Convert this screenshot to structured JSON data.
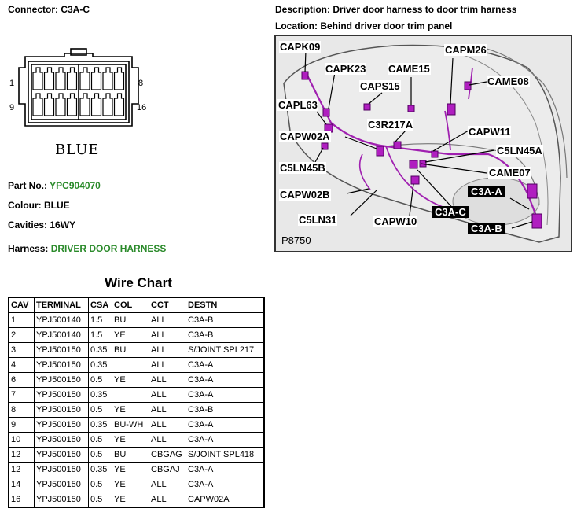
{
  "connector": {
    "label": "Connector:",
    "id": "C3A-C",
    "pin_top_left": "1",
    "pin_top_right": "8",
    "pin_bottom_left": "9",
    "pin_bottom_right": "16",
    "colour_caption": "BLUE"
  },
  "description": {
    "label": "Description:",
    "value": "Driver door harness to door trim harness"
  },
  "location": {
    "label": "Location:",
    "value": "Behind driver door trim panel"
  },
  "details": {
    "part_no_label": "Part No.:",
    "part_no": "YPC904070",
    "colour_label": "Colour:",
    "colour": "BLUE",
    "cavities_label": "Cavities:",
    "cavities": "16WY",
    "harness_label": "Harness:",
    "harness": "DRIVER DOOR HARNESS"
  },
  "colors": {
    "link_green": "#2a8a2a",
    "connector_magenta": "#b01ec0"
  },
  "diagram": {
    "ref": "P8750",
    "callouts": [
      {
        "text": "CAPK09",
        "inverted": false
      },
      {
        "text": "CAPK23",
        "inverted": false
      },
      {
        "text": "CAME15",
        "inverted": false
      },
      {
        "text": "CAPM26",
        "inverted": false
      },
      {
        "text": "CAPS15",
        "inverted": false
      },
      {
        "text": "CAME08",
        "inverted": false
      },
      {
        "text": "CAPL63",
        "inverted": false
      },
      {
        "text": "C3R217A",
        "inverted": false
      },
      {
        "text": "CAPW11",
        "inverted": false
      },
      {
        "text": "CAPW02A",
        "inverted": false
      },
      {
        "text": "C5LN45A",
        "inverted": false
      },
      {
        "text": "C5LN45B",
        "inverted": false
      },
      {
        "text": "CAME07",
        "inverted": false
      },
      {
        "text": "CAPW02B",
        "inverted": false
      },
      {
        "text": "C3A-A",
        "inverted": true
      },
      {
        "text": "C5LN31",
        "inverted": false
      },
      {
        "text": "CAPW10",
        "inverted": false
      },
      {
        "text": "C3A-C",
        "inverted": true
      },
      {
        "text": "C3A-B",
        "inverted": true
      }
    ]
  },
  "wire_chart": {
    "title": "Wire Chart",
    "headers": [
      "CAV",
      "TERMINAL",
      "CSA",
      "COL",
      "CCT",
      "DESTN"
    ],
    "rows": [
      [
        "1",
        "YPJ500140",
        "1.5",
        "BU",
        "ALL",
        "C3A-B"
      ],
      [
        "2",
        "YPJ500140",
        "1.5",
        "YE",
        "ALL",
        "C3A-B"
      ],
      [
        "3",
        "YPJ500150",
        "0.35",
        "BU",
        "ALL",
        "S/JOINT SPL217"
      ],
      [
        "4",
        "YPJ500150",
        "0.35",
        "",
        "ALL",
        "C3A-A"
      ],
      [
        "6",
        "YPJ500150",
        "0.5",
        "YE",
        "ALL",
        "C3A-A"
      ],
      [
        "7",
        "YPJ500150",
        "0.35",
        "",
        "ALL",
        "C3A-A"
      ],
      [
        "8",
        "YPJ500150",
        "0.5",
        "YE",
        "ALL",
        "C3A-B"
      ],
      [
        "9",
        "YPJ500150",
        "0.35",
        "BU-WH",
        "ALL",
        "C3A-A"
      ],
      [
        "10",
        "YPJ500150",
        "0.5",
        "YE",
        "ALL",
        "C3A-A"
      ],
      [
        "12",
        "YPJ500150",
        "0.5",
        "BU",
        "CBGAG",
        "S/JOINT SPL418"
      ],
      [
        "12",
        "YPJ500150",
        "0.35",
        "YE",
        "CBGAJ",
        "C3A-A"
      ],
      [
        "14",
        "YPJ500150",
        "0.5",
        "YE",
        "ALL",
        "C3A-A"
      ],
      [
        "16",
        "YPJ500150",
        "0.5",
        "YE",
        "ALL",
        "CAPW02A"
      ]
    ]
  }
}
